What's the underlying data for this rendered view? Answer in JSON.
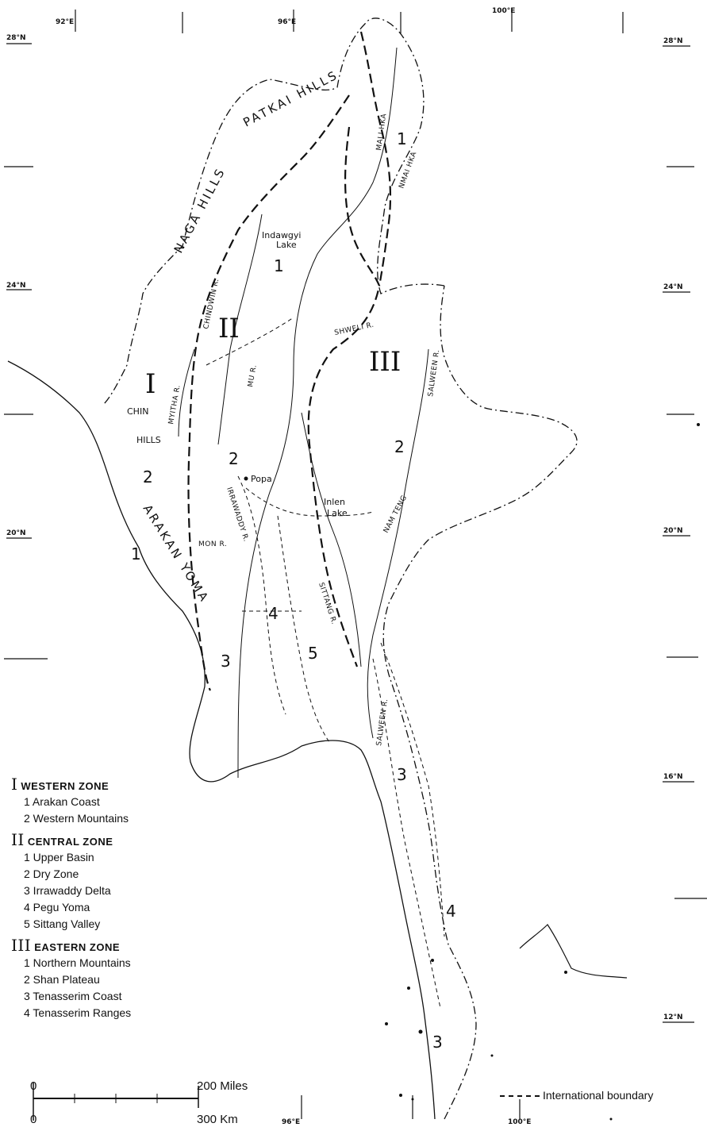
{
  "coordinates": {
    "top": [
      "92°E",
      "96°E",
      "100°E"
    ],
    "bottom": [
      "96°E",
      "100°E"
    ],
    "left": [
      "28°N",
      "24°N",
      "20°N"
    ],
    "right": [
      "28°N",
      "24°N",
      "20°N",
      "16°N",
      "12°N"
    ]
  },
  "zones": {
    "roman": [
      "I",
      "II",
      "III"
    ]
  },
  "hills": [
    "PATKAI HILLS",
    "NAGA HILLS",
    "CHIN",
    "HILLS",
    "ARAKAN YOMA"
  ],
  "rivers": [
    "MALI HKA",
    "NMAI HKA",
    "CHINDWIN R.",
    "MYITHA R.",
    "MU R.",
    "SHWELI R.",
    "SALWEEN R.",
    "IRRAWADDY R.",
    "MON R.",
    "SITTANG R.",
    "NAM TENG",
    "SALWEEN R."
  ],
  "places": [
    "Indawgyi",
    "Lake",
    "Popa",
    "Inlen",
    "Lake"
  ],
  "legend": {
    "groups": [
      {
        "numeral": "I",
        "title": "WESTERN ZONE",
        "items": [
          "1  Arakan Coast",
          "2  Western Mountains"
        ]
      },
      {
        "numeral": "II",
        "title": "CENTRAL ZONE",
        "items": [
          "1  Upper Basin",
          "2  Dry Zone",
          "3  Irrawaddy Delta",
          "4  Pegu Yoma",
          "5  Sittang Valley"
        ]
      },
      {
        "numeral": "III",
        "title": "EASTERN ZONE",
        "items": [
          "1  Northern Mountains",
          "2  Shan Plateau",
          "3  Tenasserim Coast",
          "4  Tenasserim Ranges"
        ]
      }
    ]
  },
  "scale": {
    "start": "0",
    "miles": "200 Miles",
    "km": "300 Km"
  },
  "boundary_label": "International boundary",
  "colors": {
    "ink": "#111111",
    "paper": "#ffffff"
  }
}
